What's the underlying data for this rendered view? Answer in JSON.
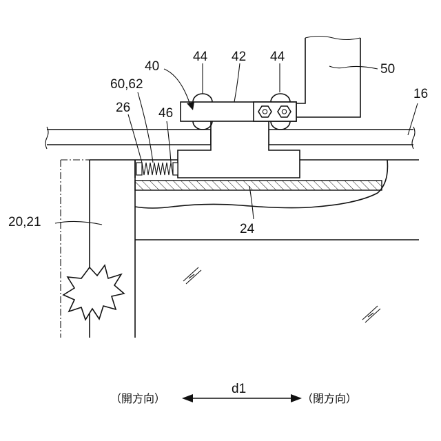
{
  "labels": {
    "l40": "40",
    "l44a": "44",
    "l42": "42",
    "l44b": "44",
    "l50": "50",
    "l6062": "60,62",
    "l16": "16",
    "l26": "26",
    "l46": "46",
    "l2021": "20,21",
    "l24": "24",
    "d1": "d1",
    "dir_left": "（開方向）",
    "dir_right": "（閉方向）"
  }
}
